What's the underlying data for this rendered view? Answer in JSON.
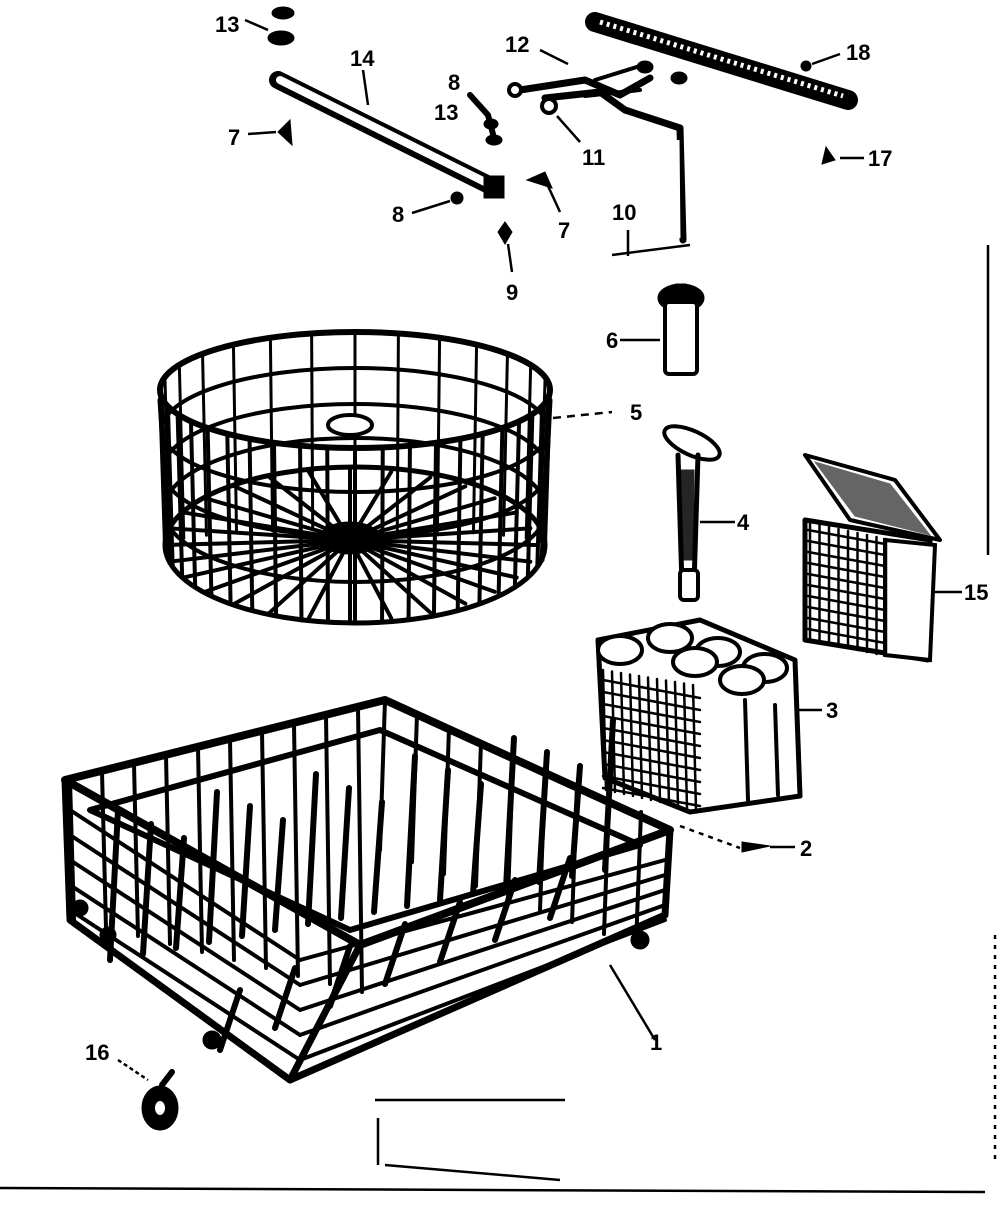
{
  "callouts": {
    "c1": "1",
    "c2": "2",
    "c3": "3",
    "c4": "4",
    "c5": "5",
    "c6": "6",
    "c7a": "7",
    "c7b": "7",
    "c8a": "8",
    "c8b": "8",
    "c9": "9",
    "c10": "10",
    "c11": "11",
    "c12": "12",
    "c13a": "13",
    "c13b": "13",
    "c14": "14",
    "c15": "15",
    "c16": "16",
    "c17": "17",
    "c18": "18"
  }
}
